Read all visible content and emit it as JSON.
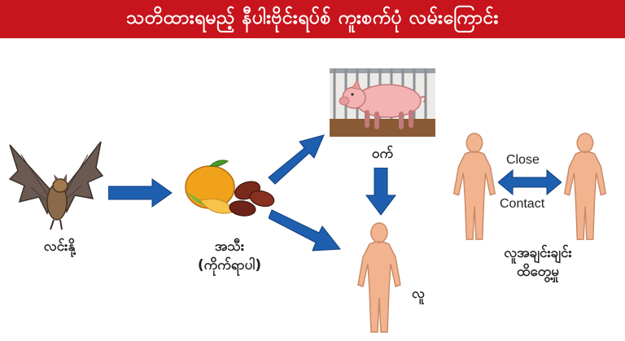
{
  "title": "သတိထားရမည့် နီပါးဗိုင်းရပ်စ် ကူးစက်ပုံ လမ်းကြောင်း",
  "nodes": {
    "bat": {
      "label": "လင်းနို့",
      "icon": "bat-icon"
    },
    "fruit": {
      "label_line1": "အသီး",
      "label_line2": "(ကိုက်ရာပါ)",
      "icon": "fruit-icon"
    },
    "pig": {
      "label": "ဝက်",
      "icon": "pig-icon"
    },
    "human": {
      "label": "လူ",
      "icon": "human-figure-icon"
    },
    "contact": {
      "label_line1": "လူအချင်းချင်း",
      "label_line2": "ထိတွေ့မှု",
      "close_text": "Close",
      "contact_text": "Contact"
    }
  },
  "colors": {
    "title_bar": "#c8141c",
    "arrow": "#1f5fb0",
    "skin": "#f2b48f",
    "skin_outline": "#c98a66"
  }
}
